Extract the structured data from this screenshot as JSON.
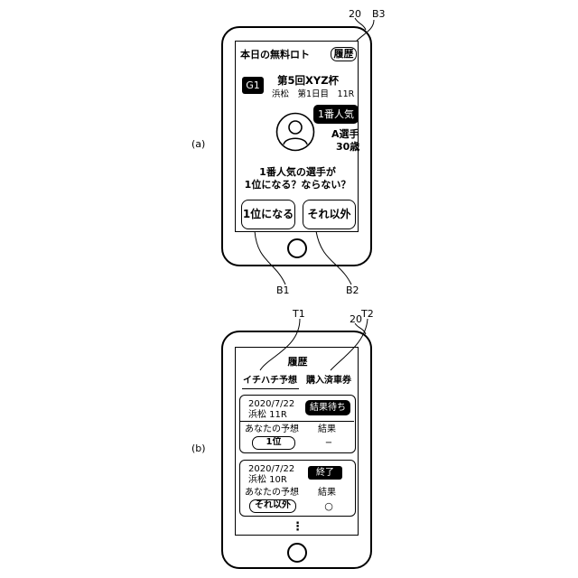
{
  "figure_a": {
    "panel_label": "(a)",
    "device_ref": "20",
    "title": "本日の無料ロト",
    "history_button": "履歴",
    "history_ref": "B3",
    "grade": "G1",
    "race_name": "第5回XYZ杯",
    "race_detail": "浜松　第1日目　11R",
    "popularity_badge": "1番人気",
    "player_name": "A選手",
    "player_age": "30歳",
    "question_line1": "1番人気の選手が",
    "question_line2": "1位になる？ならない？",
    "button_first": "1位になる",
    "button_other": "それ以外",
    "button_first_ref": "B1",
    "button_other_ref": "B2"
  },
  "figure_b": {
    "panel_label": "(b)",
    "device_ref": "20",
    "title": "履歴",
    "tab1": "イチハチ予想",
    "tab2": "購入済車券",
    "tab1_ref": "T1",
    "tab2_ref": "T2",
    "col_prediction": "あなたの予想",
    "col_result": "結果",
    "cards": [
      {
        "date": "2020/7/22",
        "race": "浜松 11R",
        "status": "結果待ち",
        "prediction": "1位",
        "result": "−"
      },
      {
        "date": "2020/7/22",
        "race": "浜松 10R",
        "status": "終了",
        "prediction": "それ以外",
        "result": "○"
      }
    ],
    "more": "⋮"
  }
}
